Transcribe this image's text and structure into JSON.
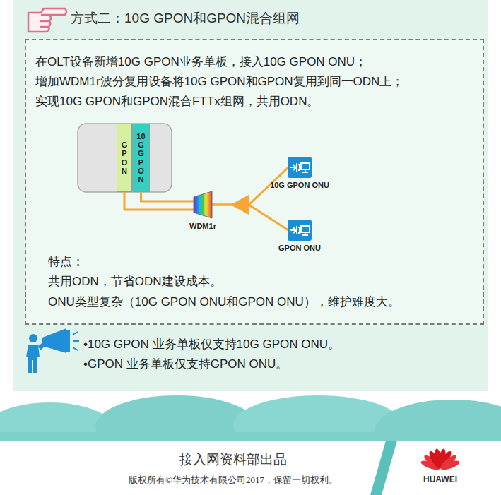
{
  "diagram": {
    "title": "方式二：10G GPON和GPON混合组网",
    "nodes": [
      {
        "text": [
          "在OLT设备新增10G GPON业务单板，接入10G GPON ONU；",
          "增加WDM1r波分复用设备将10G GPON和GPON复用到同一ODN上；",
          "实现10G GPON和GPON混合FTTx组网，共用ODN。",
          "特点：",
          "共用ODN，节省ODN建设成本。",
          "ONU类型复杂（10G GPON ONU和GPON ONU），维护难度大。"
        ]
      },
      {
        "text": [
          "GPON"
        ],
        "in": 0
      },
      {
        "text": [
          "10G GPON"
        ],
        "in": 0
      },
      {
        "text": [
          "WDM1r"
        ],
        "in": 0
      },
      {
        "text": [
          "10G GPON ONU"
        ],
        "in": 0
      },
      {
        "text": [
          "GPON ONU"
        ],
        "in": 0
      }
    ],
    "edges": [
      {
        "from": 1,
        "to": 3,
        "arrow": "none"
      },
      {
        "from": 2,
        "to": 3,
        "arrow": "none"
      },
      {
        "from": 3,
        "to": 4,
        "arrow": "none"
      },
      {
        "from": 3,
        "to": 5,
        "arrow": "none"
      }
    ],
    "labels": [
      "•10G GPON 业务单板仅支持10G GPON ONU。",
      "•GPON 业务单板仅支持GPON ONU。",
      "接入网资料部出品",
      "版权所有©华为技术有限公司2017，保留一切权利。",
      "HUAWEI"
    ]
  }
}
